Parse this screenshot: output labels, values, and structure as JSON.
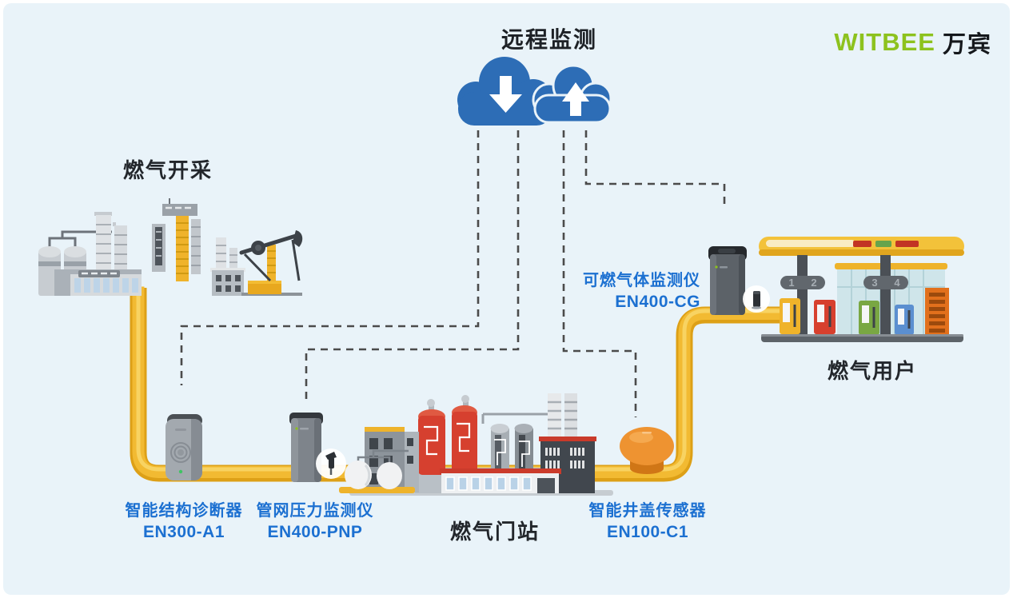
{
  "brand": {
    "name_en": "WITBEE",
    "name_cn": "万宾"
  },
  "title": "远程监测",
  "sections": {
    "extraction_label": "燃气开采",
    "gate_station_label": "燃气门站",
    "users_label": "燃气用户"
  },
  "devices": {
    "structure_diagnoser": {
      "name": "智能结构诊断器",
      "model": "EN300-A1"
    },
    "pressure_monitor": {
      "name": "管网压力监测仪",
      "model": "EN400-PNP"
    },
    "combustible_gas_monitor": {
      "name": "可燃气体监测仪",
      "model": "EN400-CG"
    },
    "manhole_sensor": {
      "name": "智能井盖传感器",
      "model": "EN100-C1"
    }
  },
  "gas_station": {
    "pump_numbers": [
      "1",
      "2",
      "3",
      "4"
    ]
  },
  "colors": {
    "background": "#e9f3f9",
    "brand_green": "#8dc21e",
    "label_blue": "#1c70d1",
    "cloud_blue": "#2d6db6",
    "pipe_yellow": "#f2ba32",
    "dash_gray": "#4b4b4b"
  }
}
